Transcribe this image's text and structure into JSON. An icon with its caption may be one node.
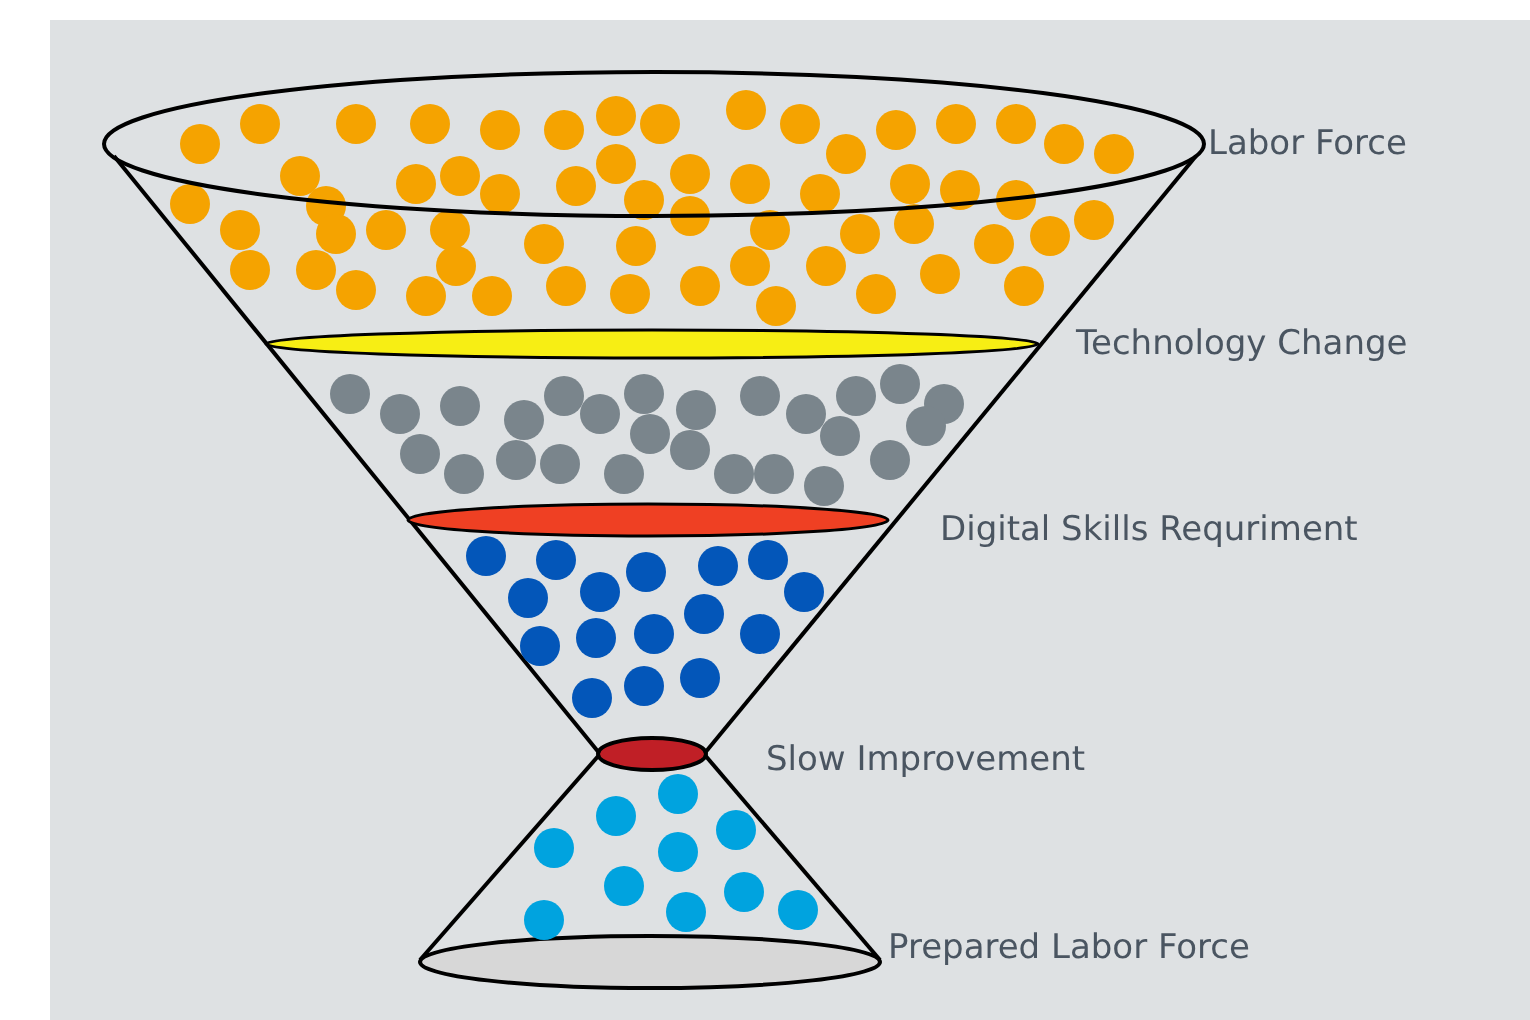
{
  "diagram": {
    "labels": [
      "Labor Force",
      "Technology Change",
      "Digital Skills Requriment",
      "Slow Improvement",
      "Prepared Labor Force"
    ]
  }
}
